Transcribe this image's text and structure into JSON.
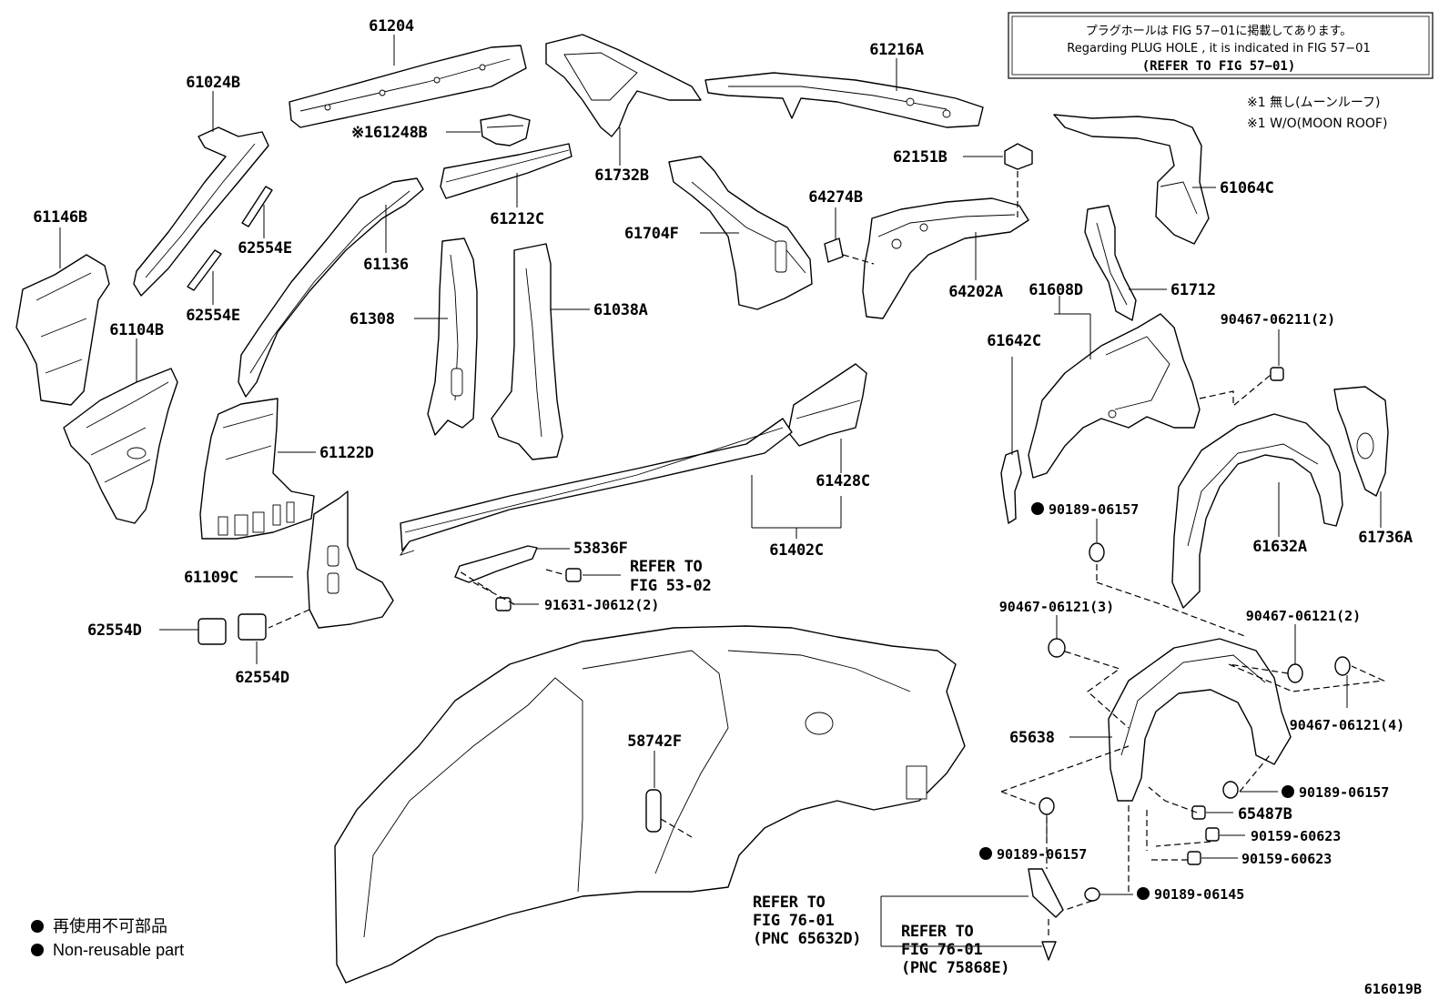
{
  "note": {
    "line_jp": "プラグホールは FIG 57−01に掲載してあります。",
    "line_en": "Regarding PLUG HOLE , it is indicated in FIG 57−01",
    "line_ref": "(REFER TO FIG 57−01)"
  },
  "remarks": {
    "jp": "※1 無し(ムーンルーフ)",
    "en": "※1 W/O(MOON ROOF)"
  },
  "labels": {
    "p61204": "61204",
    "p61216A": "61216A",
    "p61024B": "61024B",
    "p61248B": "※161248B",
    "p62151B": "62151B",
    "p61064C": "61064C",
    "p61732B": "61732B",
    "p61212C": "61212C",
    "p64274B": "64274B",
    "p61146B": "61146B",
    "p62554E_1": "62554E",
    "p61136": "61136",
    "p61704F": "61704F",
    "p64202A": "64202A",
    "p61608D": "61608D",
    "p61712": "61712",
    "p62554E_2": "62554E",
    "p61104B": "61104B",
    "p61308": "61308",
    "p61038A": "61038A",
    "p61642C": "61642C",
    "p90467_06211": "90467-06211(2)",
    "p61122D": "61122D",
    "p61428C": "61428C",
    "p90189_06157_a": "90189-06157",
    "p61632A": "61632A",
    "p61736A": "61736A",
    "p53836F": "53836F",
    "p61402C": "61402C",
    "p61109C": "61109C",
    "refer_53_l1": "REFER TO",
    "refer_53_l2": "FIG 53-02",
    "p91631": "91631-J0612(2)",
    "p62554D_1": "62554D",
    "p62554D_2": "62554D",
    "p90467_06121_3": "90467-06121(3)",
    "p90467_06121_2": "90467-06121(2)",
    "p58742F": "58742F",
    "p65638": "65638",
    "p90467_06121_4": "90467-06121(4)",
    "p90189_06157_b": "90189-06157",
    "p65487B": "65487B",
    "p90159_60623_a": "90159-60623",
    "p90189_06157_c": "90189-06157",
    "p90159_60623_b": "90159-60623",
    "p90189_06145": "90189-06145",
    "refer_76a_l1": "REFER TO",
    "refer_76a_l2": "FIG 76-01",
    "refer_76a_l3": "(PNC 65632D)",
    "refer_76b_l1": "REFER TO",
    "refer_76b_l2": "FIG 76-01",
    "refer_76b_l3": "(PNC 75868E)"
  },
  "legend": {
    "jp": "再使用不可部品",
    "en": "Non-reusable part"
  },
  "figure_id": "616019B"
}
